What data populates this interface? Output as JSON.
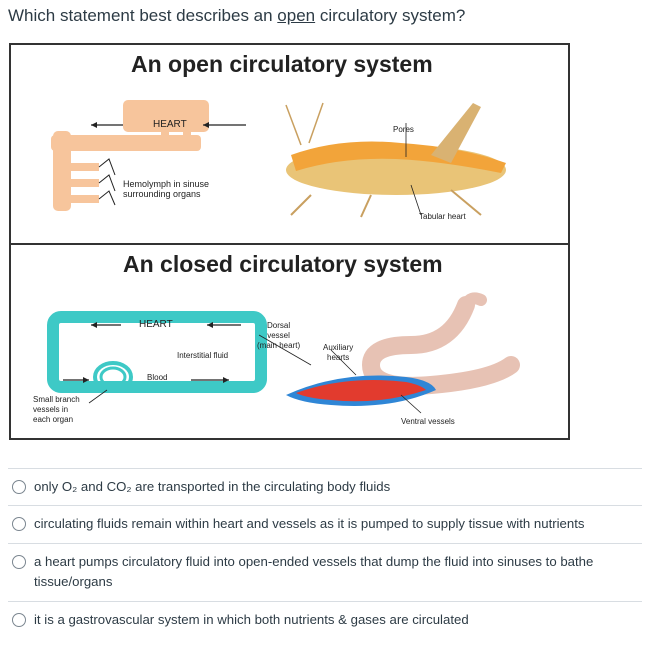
{
  "question": {
    "prefix": "Which statement best describes an ",
    "keyword": "open",
    "suffix": " circulatory system?"
  },
  "figure": {
    "open_title": "An open circulatory system",
    "closed_title": "An closed circulatory system",
    "open_labels": {
      "heart": "HEART",
      "hemolymph": "Hemolymph in sinuse\nsurrounding organs",
      "pores": "Pores",
      "tubular_heart": "Tabular heart"
    },
    "closed_labels": {
      "heart": "HEART",
      "interstitial": "Interstitial fluid",
      "blood": "Blood",
      "small_branch": "Small branch\nvessels in\neach organ",
      "dorsal": "Dorsal\nvessel\n(main heart)",
      "auxiliary": "Auxiliary\nhearts",
      "ventral": "Ventral vessels"
    },
    "colors": {
      "open_diagram": "#f7c59c",
      "closed_diagram": "#3ec9c6",
      "blood": "#e23b2e"
    }
  },
  "options": [
    "only O₂ and CO₂ are transported in the circulating body fluids",
    "circulating fluids remain within heart and vessels as it is pumped to supply tissue with nutrients",
    "a heart pumps circulatory fluid into open-ended vessels that dump the fluid into sinuses to bathe tissue/organs",
    "it is a gastrovascular system in which both nutrients & gases are circulated"
  ]
}
